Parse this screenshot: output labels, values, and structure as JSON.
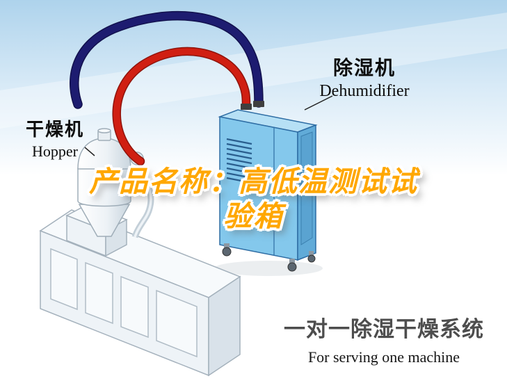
{
  "labels": {
    "hopper_cn": "干燥机",
    "hopper_en": "Hopper",
    "dehumidifier_cn": "除湿机",
    "dehumidifier_en": "Dehumidifier"
  },
  "title": {
    "line1": "产品名称：高低温测试试",
    "line2": "验箱"
  },
  "caption": {
    "cn": "一对一除湿干燥系统",
    "en": "For serving one machine"
  },
  "colors": {
    "sky_blue": "#aed3ec",
    "cabinet_blue": "#84c8ec",
    "cabinet_side_blue": "#61abd8",
    "pipe_red": "#d01f12",
    "pipe_navy": "#1d1c70",
    "title_orange": "#ffa700",
    "caption_gray": "#4d4d4d"
  }
}
